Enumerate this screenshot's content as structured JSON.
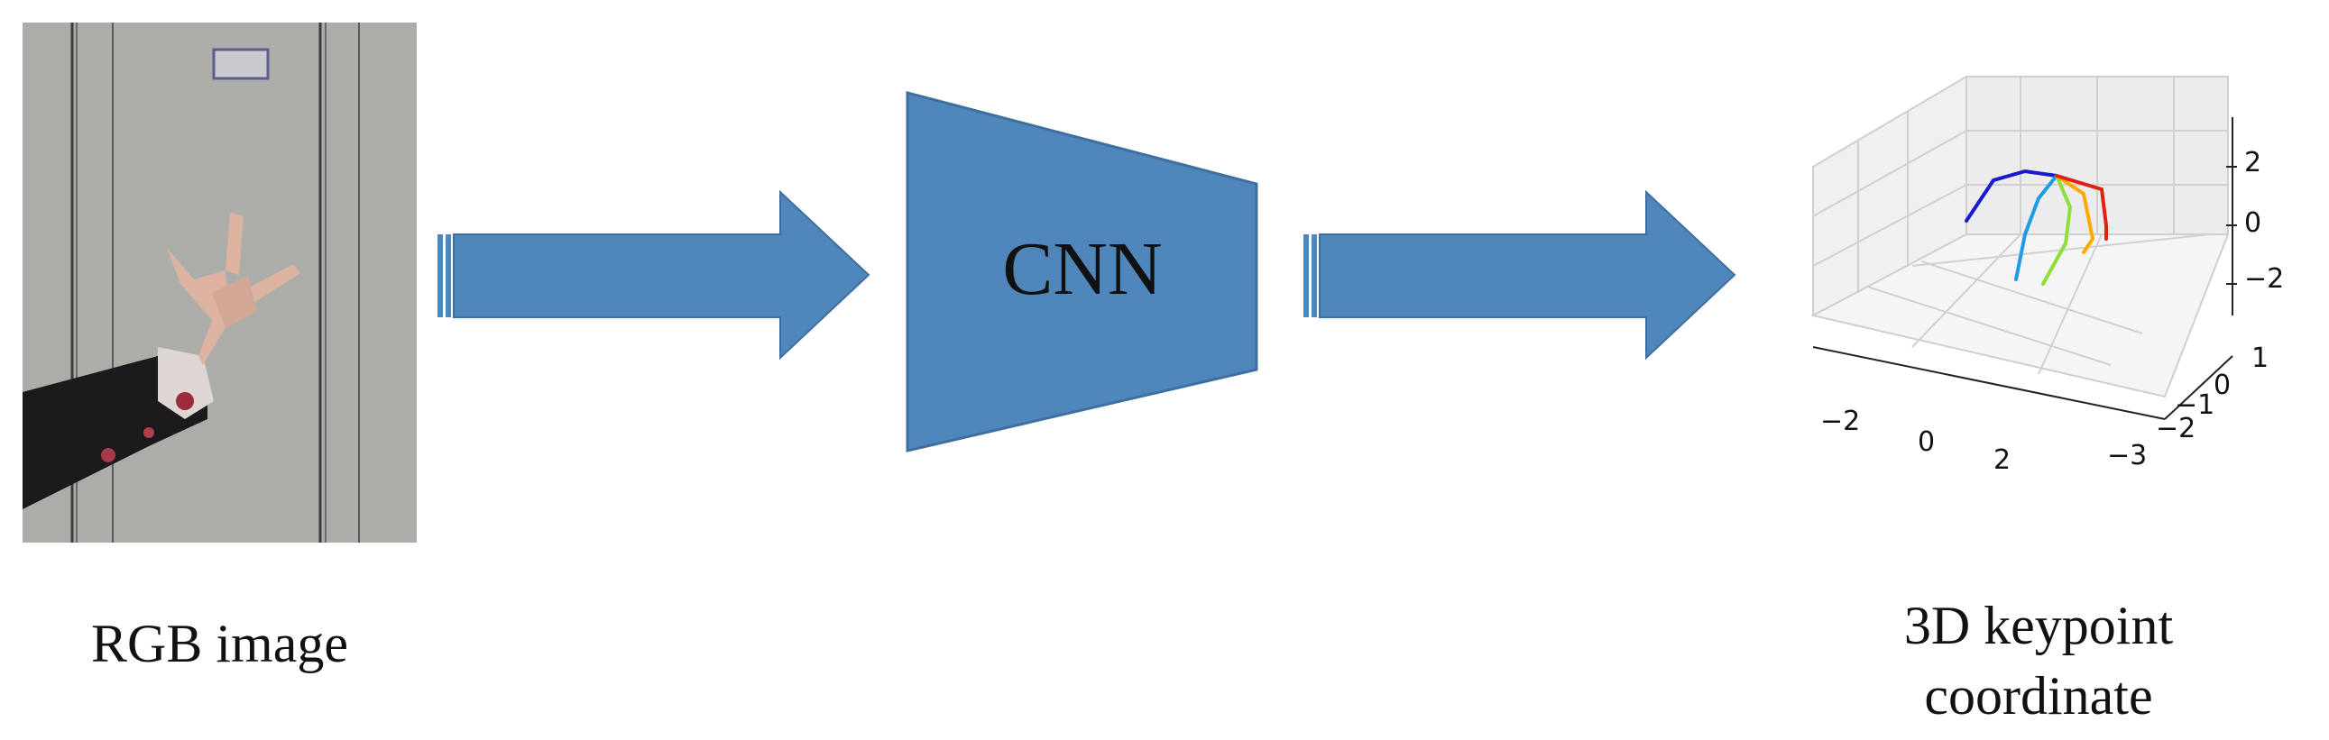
{
  "input": {
    "caption": "RGB image"
  },
  "model": {
    "label": "CNN"
  },
  "output": {
    "caption": "3D keypoint coordinate",
    "plot": {
      "z_ticks": [
        "2",
        "0",
        "−2"
      ],
      "x_ticks": [
        "−2",
        "0",
        "2"
      ],
      "y_ticks": [
        "1",
        "0",
        "−1",
        "−2",
        "−3"
      ]
    }
  },
  "colors": {
    "arrow_fill": "#4f86bb",
    "arrow_stroke": "#3f6f9f",
    "shape_fill": "#4f86bb"
  }
}
